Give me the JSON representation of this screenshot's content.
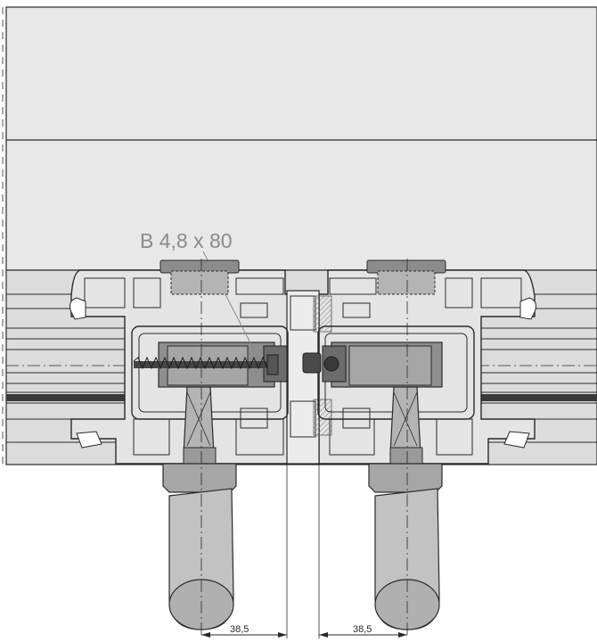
{
  "diagram": {
    "screw_label": "B 4,8 x 80",
    "dimensions": [
      {
        "label": "38,5"
      },
      {
        "label": "38,5"
      }
    ],
    "colors": {
      "background": "#ffffff",
      "glass": "#e8e8e8",
      "profile_fill": "#dedede",
      "profile_stroke": "#2a2a2a",
      "hardware_dark": "#9a9a9a",
      "handle": "#c2c2c2",
      "label_gray": "#8a8a8a",
      "gasket": "#cccccc"
    }
  }
}
